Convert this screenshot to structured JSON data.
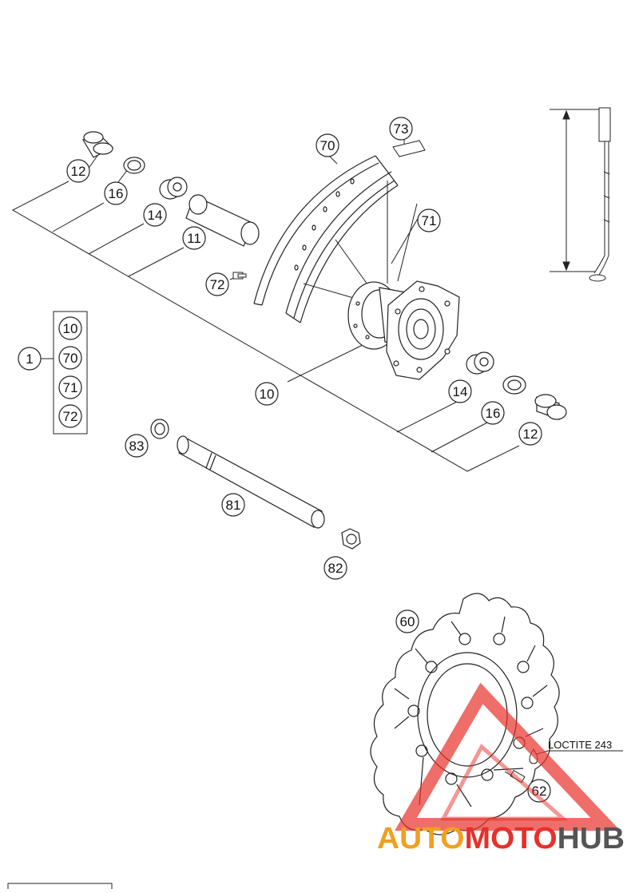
{
  "callouts": {
    "c12_top": "12",
    "c16_top": "16",
    "c14_top": "14",
    "c11": "11",
    "c72_mid": "72",
    "c70": "70",
    "c73": "73",
    "c71": "71",
    "c1": "1",
    "kit_10": "10",
    "kit_70": "70",
    "kit_71": "71",
    "kit_72": "72",
    "c10": "10",
    "c14_bot": "14",
    "c16_bot": "16",
    "c12_bot": "12",
    "c83": "83",
    "c81": "81",
    "c82": "82",
    "c60": "60",
    "c62": "62"
  },
  "annotations": {
    "loctite": "LOCTITE 243"
  },
  "watermark": {
    "part1": "AUTO",
    "part2": "MOTO",
    "part3": "HUB",
    "color_orange": "#f0a020",
    "color_red": "#e8302a",
    "color_gray": "#555555"
  }
}
